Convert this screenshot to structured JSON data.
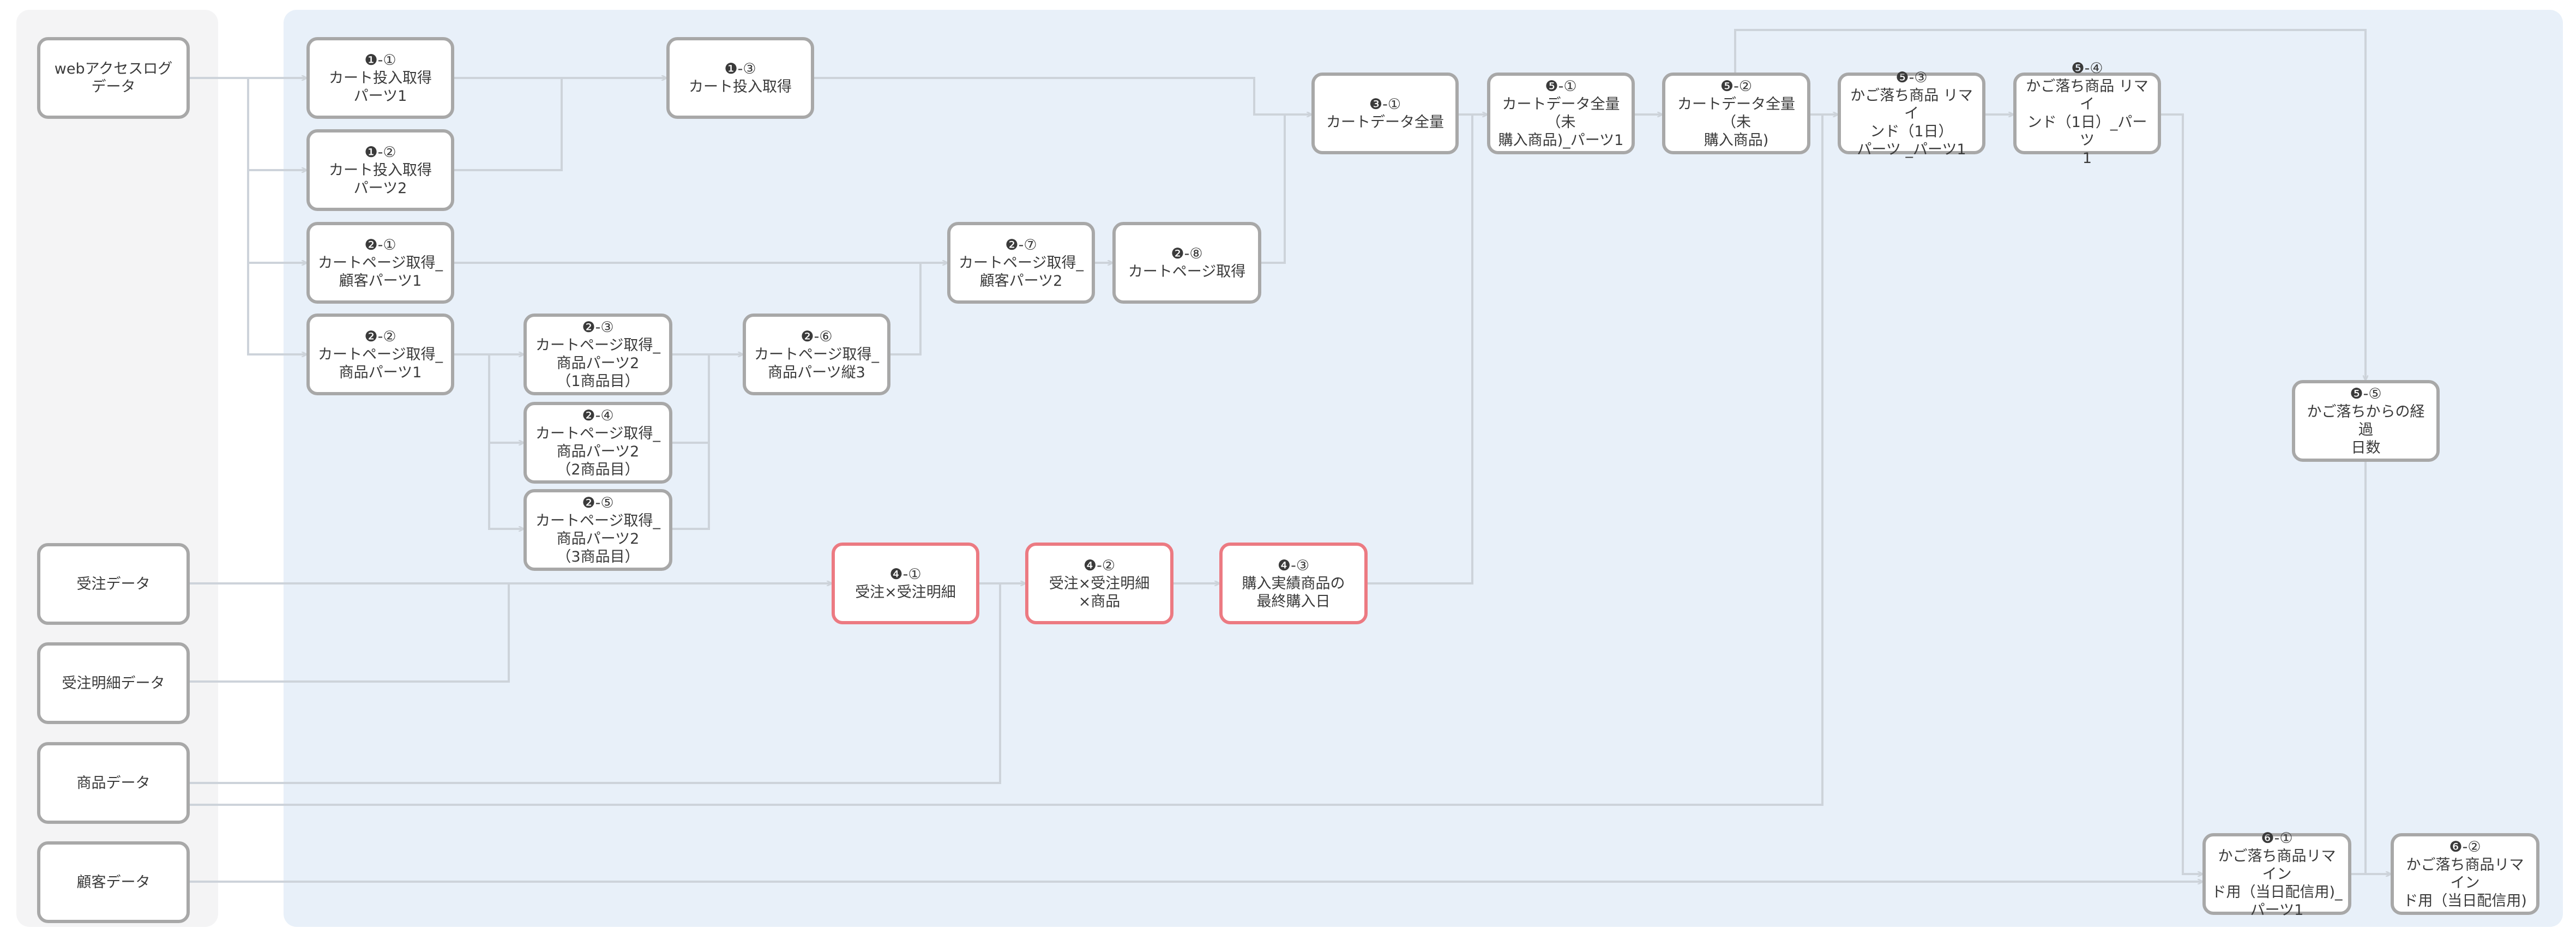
{
  "colors": {
    "edge": "#cdd3da",
    "node_border": "#a8a8a8",
    "highlight_border": "#ec7a82",
    "flow_bg": "#e8f0f9",
    "source_bg": "#f4f4f5"
  },
  "sources": {
    "web": "webアクセスログ\nデータ",
    "order": "受注データ",
    "order_detail": "受注明細データ",
    "product": "商品データ",
    "customer": "顧客データ"
  },
  "nodes": {
    "n1_1": {
      "id": "❶-①",
      "label": "カート投入取得\nパーツ1"
    },
    "n1_2": {
      "id": "❶-②",
      "label": "カート投入取得\nパーツ2"
    },
    "n1_3": {
      "id": "❶-③",
      "label": "カート投入取得"
    },
    "n2_1": {
      "id": "❷-①",
      "label": "カートページ取得_\n顧客パーツ1"
    },
    "n2_2": {
      "id": "❷-②",
      "label": "カートページ取得_\n商品パーツ1"
    },
    "n2_3": {
      "id": "❷-③",
      "label": "カートページ取得_\n商品パーツ2\n（1商品目）"
    },
    "n2_4": {
      "id": "❷-④",
      "label": "カートページ取得_\n商品パーツ2\n（2商品目）"
    },
    "n2_5": {
      "id": "❷-⑤",
      "label": "カートページ取得_\n商品パーツ2\n（3商品目）"
    },
    "n2_6": {
      "id": "❷-⑥",
      "label": "カートページ取得_\n商品パーツ縦3"
    },
    "n2_7": {
      "id": "❷-⑦",
      "label": "カートページ取得_\n顧客パーツ2"
    },
    "n2_8": {
      "id": "❷-⑧",
      "label": "カートページ取得"
    },
    "n3_1": {
      "id": "❸-①",
      "label": "カートデータ全量"
    },
    "n4_1": {
      "id": "❹-①",
      "label": "受注×受注明細"
    },
    "n4_2": {
      "id": "❹-②",
      "label": "受注×受注明細\n×商品"
    },
    "n4_3": {
      "id": "❹-③",
      "label": "購入実績商品の\n最終購入日"
    },
    "n5_1": {
      "id": "❺-①",
      "label": "カートデータ全量（未\n購入商品)_パーツ1"
    },
    "n5_2": {
      "id": "❺-②",
      "label": "カートデータ全量（未\n購入商品)"
    },
    "n5_3": {
      "id": "❺-③",
      "label": "かご落ち商品 リマイ\nンド（1日）\nパーツ _パーツ1"
    },
    "n5_4": {
      "id": "❺-④",
      "label": "かご落ち商品 リマイ\nンド（1日）_パーツ\n1"
    },
    "n5_5": {
      "id": "❺-⑤",
      "label": "かご落ちからの経過\n日数"
    },
    "n6_1": {
      "id": "❻-①",
      "label": "かご落ち商品リマイン\nド用（当日配信用)_\nパーツ1"
    },
    "n6_2": {
      "id": "❻-②",
      "label": "かご落ち商品リマイン\nド用（当日配信用)"
    }
  }
}
